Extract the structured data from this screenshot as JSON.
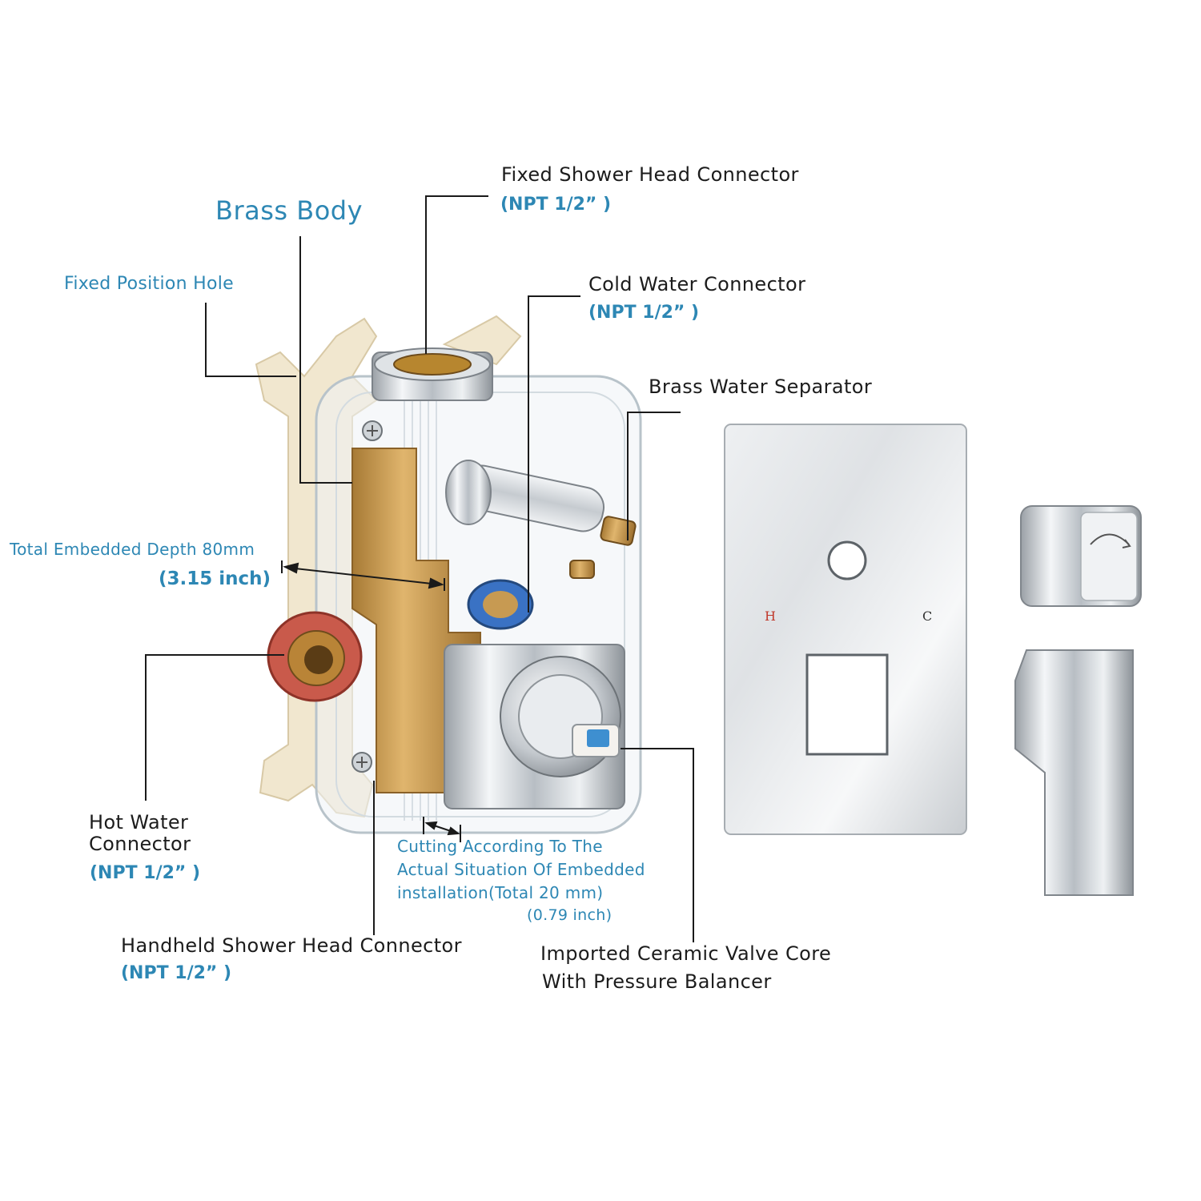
{
  "labels": {
    "fixed_shower": {
      "title": "Fixed Shower Head Connector",
      "spec": "(NPT 1/2” )"
    },
    "brass_body": "Brass Body",
    "fixed_position_hole": "Fixed Position Hole",
    "cold_water": {
      "title": "Cold Water Connector",
      "spec": "(NPT 1/2” )"
    },
    "brass_separator": "Brass Water Separator",
    "embedded_depth": {
      "title": "Total Embedded Depth 80mm",
      "inch": "(3.15 inch)"
    },
    "hot_water": {
      "line1": "Hot Water",
      "line2": "Connector",
      "spec": "(NPT 1/2” )"
    },
    "cutting": {
      "line1": "Cutting According To The",
      "line2": "Actual Situation Of Embedded",
      "line3": "installation(Total 20 mm)",
      "inch": "(0.79 inch)"
    },
    "handheld": {
      "title": "Handheld Shower Head Connector",
      "spec": "(NPT 1/2” )"
    },
    "ceramic": {
      "line1": "Imported Ceramic Valve Core",
      "line2": "With Pressure Balancer"
    }
  },
  "plate_marks": {
    "hot": "H",
    "cold": "C"
  },
  "colors": {
    "accent": "#2d87b4",
    "text": "#1c1c1c",
    "hot_mark": "#c0392b"
  }
}
